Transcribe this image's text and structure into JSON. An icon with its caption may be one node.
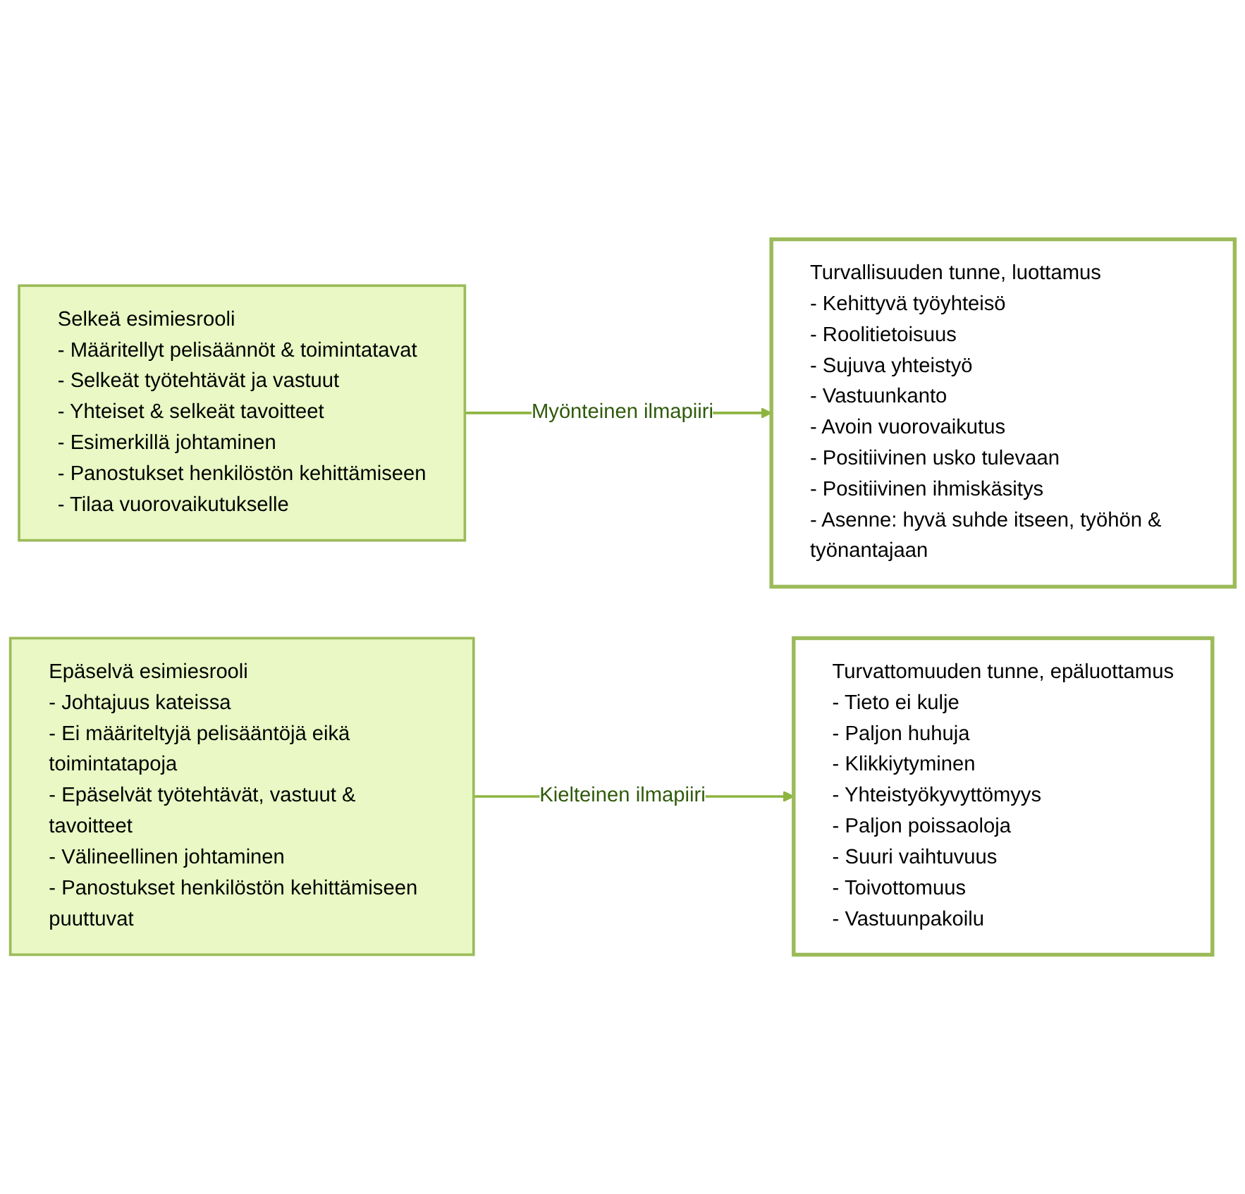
{
  "diagram": {
    "nodes": [
      {
        "text": [
          "Selkeä esimiesrooli",
          "- Määritellyt pelisäännöt & toimintatavat",
          "- Selkeät työtehtävät ja vastuut",
          "- Yhteiset & selkeät tavoitteet",
          "- Esimerkillä johtaminen",
          "- Panostukset henkilöstön kehittämiseen",
          "- Tilaa vuorovaikutukselle"
        ]
      },
      {
        "text": [
          "Turvallisuuden tunne, luottamus",
          "- Kehittyvä työyhteisö",
          "- Roolitietoisuus",
          "- Sujuva yhteistyö",
          "- Vastuunkanto",
          "- Avoin vuorovaikutus",
          "- Positiivinen usko tulevaan",
          "- Positiivinen ihmiskäsitys",
          "- Asenne: hyvä suhde itseen, työhön & työnantajaan"
        ]
      },
      {
        "text": [
          "Epäselvä esimiesrooli",
          "- Johtajuus kateissa",
          "- Ei määriteltyjä pelisääntöjä eikä toimintatapoja",
          "- Epäselvät työtehtävät, vastuut & tavoitteet",
          "- Välineellinen johtaminen",
          "- Panostukset henkilöstön kehittämiseen puuttuvat"
        ]
      },
      {
        "text": [
          "Turvattomuuden tunne, epäluottamus",
          "- Tieto ei kulje",
          "- Paljon huhuja",
          "- Klikkiytyminen",
          "- Yhteistyökyvyttömyys",
          "- Paljon poissaoloja",
          "- Suuri vaihtuvuus",
          "- Toivottomuus",
          "- Vastuunpakoilu"
        ]
      }
    ],
    "edges": [
      {
        "from": 0,
        "to": 1,
        "arrow": "to",
        "label": "Myönteinen ilmapiiri"
      },
      {
        "from": 2,
        "to": 3,
        "arrow": "to",
        "label": "Kielteinen ilmapiiri"
      }
    ]
  }
}
